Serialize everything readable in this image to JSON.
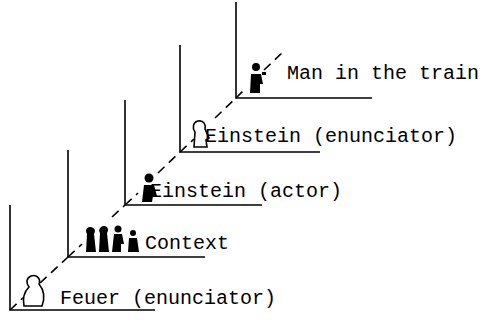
{
  "diagram": {
    "labels": [
      "Man in the train",
      "Einstein (enunciator)",
      "Einstein (actor)",
      "Context",
      "Feuer (enunciator)"
    ]
  }
}
